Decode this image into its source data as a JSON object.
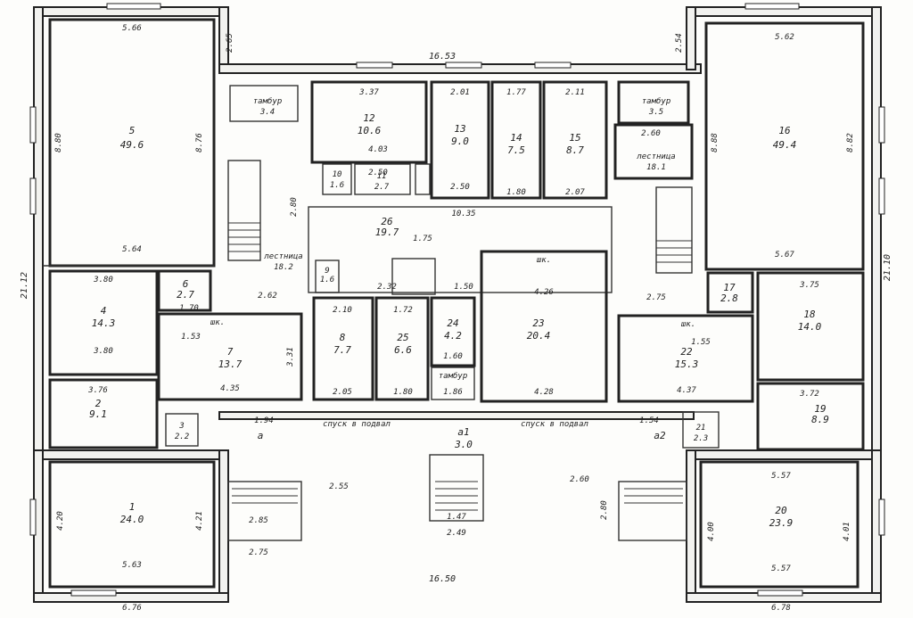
{
  "rooms": [
    {
      "id": "r5",
      "number": "5",
      "area": "49.6"
    },
    {
      "id": "r16",
      "number": "16",
      "area": "49.4"
    },
    {
      "id": "r12",
      "number": "12",
      "area": "10.6"
    },
    {
      "id": "r13",
      "number": "13",
      "area": "9.0"
    },
    {
      "id": "r14",
      "number": "14",
      "area": "7.5"
    },
    {
      "id": "r15",
      "number": "15",
      "area": "8.7"
    },
    {
      "id": "r26",
      "number": "26",
      "area": "19.7"
    },
    {
      "id": "r4",
      "number": "4",
      "area": "14.3"
    },
    {
      "id": "r6",
      "number": "6",
      "area": "2.7"
    },
    {
      "id": "r7",
      "number": "7",
      "area": "13.7"
    },
    {
      "id": "r8",
      "number": "8",
      "area": "7.7"
    },
    {
      "id": "r25",
      "number": "25",
      "area": "6.6"
    },
    {
      "id": "r24",
      "number": "24",
      "area": "4.2"
    },
    {
      "id": "r23",
      "number": "23",
      "area": "20.4"
    },
    {
      "id": "r22",
      "number": "22",
      "area": "15.3"
    },
    {
      "id": "r18",
      "number": "18",
      "area": "14.0"
    },
    {
      "id": "r17",
      "number": "17",
      "area": "2.8"
    },
    {
      "id": "r2",
      "number": "2",
      "area": "9.1"
    },
    {
      "id": "r19",
      "number": "19",
      "area": "8.9"
    },
    {
      "id": "r1",
      "number": "1",
      "area": "24.0"
    },
    {
      "id": "r20",
      "number": "20",
      "area": "23.9"
    },
    {
      "id": "r9",
      "number": "9",
      "area": "1.6"
    },
    {
      "id": "r10",
      "number": "10",
      "area": "1.6"
    },
    {
      "id": "r11",
      "number": "11",
      "area": "2.7"
    },
    {
      "id": "r3",
      "number": "3",
      "area": "2.2"
    },
    {
      "id": "r21",
      "number": "21",
      "area": "2.3"
    },
    {
      "id": "ra1",
      "number": "a1",
      "area": "3.0"
    }
  ],
  "labels": {
    "stair_left": "лестница",
    "stair_left_area": "18.2",
    "stair_right": "лестница",
    "stair_right_area": "18.1",
    "tambur_left": "тамбур",
    "tambur_left_area": "3.4",
    "tambur_right": "тамбур",
    "tambur_right_area": "3.5",
    "cellar_left": "спуск в подвал",
    "cellar_right": "спуск в подвал",
    "closet_a": "шк.",
    "closet_b": "шк.",
    "closet_c": "шк.",
    "tambur_mid": "тамбур",
    "a_left": "a",
    "a_right": "a2",
    "a_mid": "a1"
  },
  "dims": {
    "top_total": "16.53",
    "bottom_total": "16.50",
    "left_total": "21.12",
    "right_total": "21.10",
    "r5_top": "5.66",
    "r5_bottom": "5.64",
    "r5_side": "8.80",
    "r5_side2": "8.76",
    "r16_top": "5.62",
    "r16_bottom": "5.67",
    "r16_side": "8.88",
    "r16_side2": "8.82",
    "r12_top": "3.37",
    "r12_bottom": "4.03",
    "r13_top": "2.01",
    "r14_top": "1.77",
    "r15_top": "2.11",
    "r13_bottom": "2.50",
    "r14_bottom": "1.80",
    "r15_bottom": "2.07",
    "corr_bottom": "10.35",
    "r4_top": "3.80",
    "r4_bottom": "3.80",
    "r2_top": "3.76",
    "r7_bottom": "4.35",
    "r7_top": "2.62",
    "r7_side": "3.31",
    "r8_top": "2.10",
    "r8_bottom": "2.05",
    "r25_top": "1.72",
    "r25_bottom": "1.80",
    "r23_top": "4.26",
    "r23_bottom": "4.28",
    "r22_top": "2.75",
    "r22_bottom": "4.37",
    "r18_top": "3.75",
    "r19_top": "3.72",
    "r1_bottom": "5.63",
    "r1_side": "4.20",
    "r1_side2": "4.21",
    "r20_top": "5.57",
    "r20_bottom": "5.57",
    "r20_side": "4.00",
    "r20_side2": "4.01",
    "porch_left_a": "2.85",
    "porch_left_b": "2.55",
    "porch_left_c": "2.75",
    "porch_mid": "2.49",
    "porch_mid_w": "1.47",
    "porch_right": "2.60",
    "porch_right_b": "2.80",
    "bot_left": "6.76",
    "bot_right": "6.78",
    "corr_top": "1.75",
    "corr_left": "2.32",
    "corr_mid": "1.50",
    "h_194": "1.94",
    "h_154": "1.54",
    "h_186": "1.86",
    "h_160": "1.60",
    "h_153": "1.53",
    "h_170": "1.70",
    "w_065": "2.65",
    "w_254": "2.54",
    "w_280": "2.80",
    "w_155": "1.55",
    "w_250": "2.50",
    "w_260": "2.60"
  }
}
